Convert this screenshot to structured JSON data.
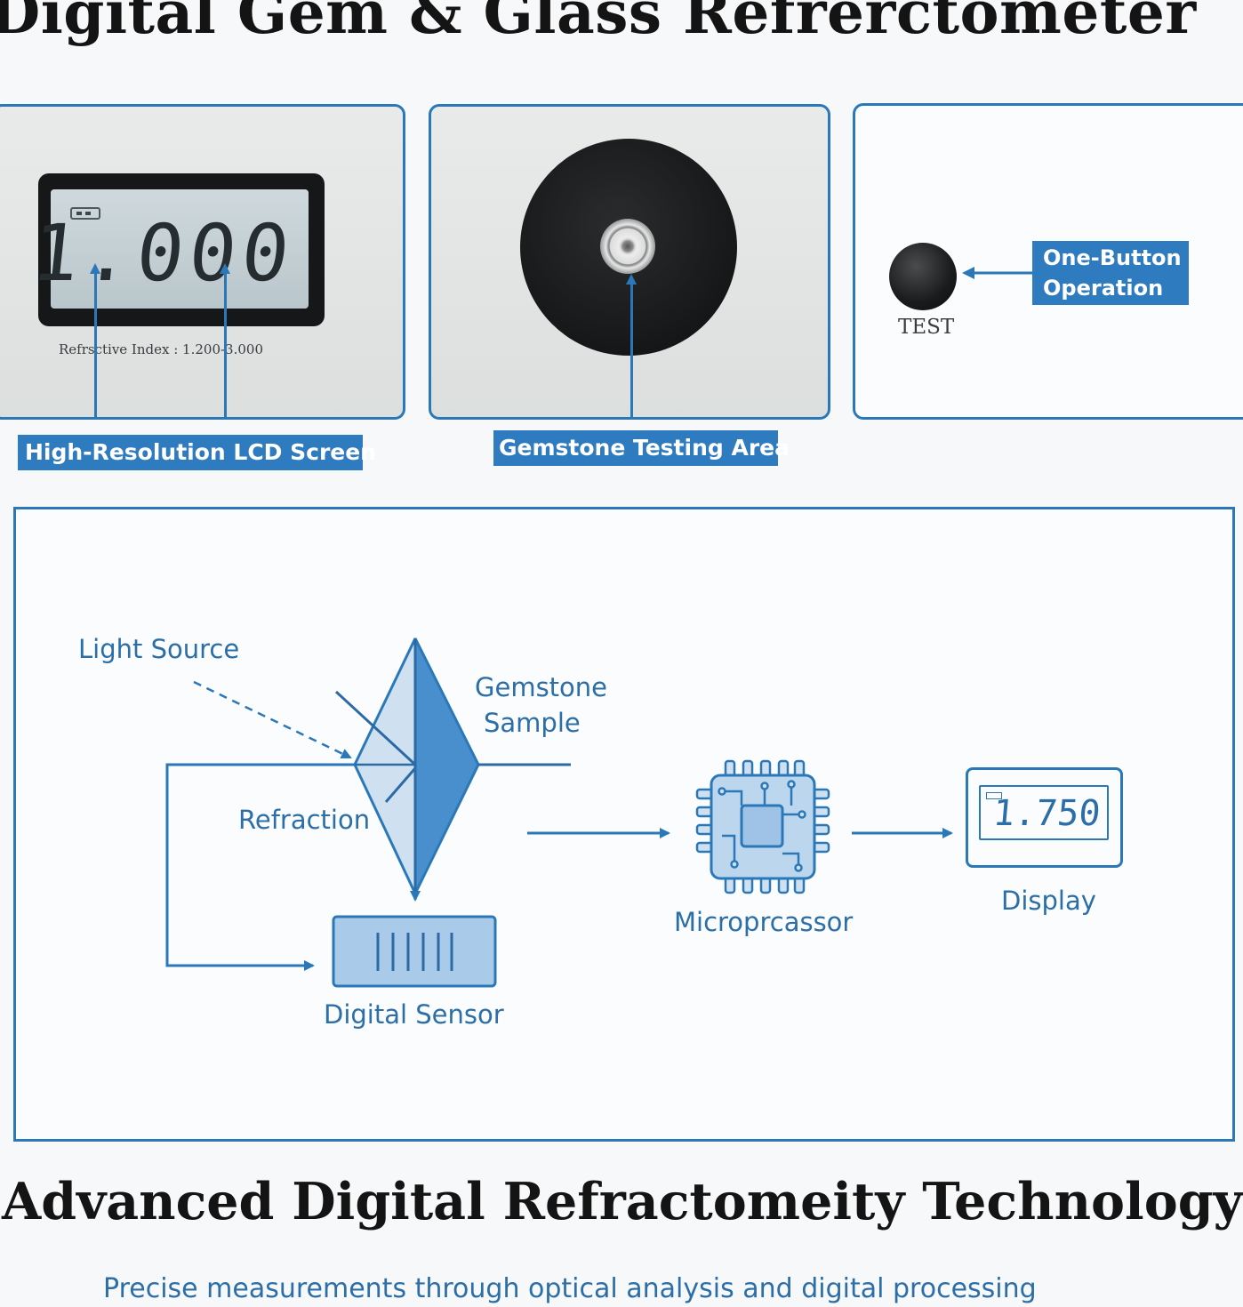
{
  "header": {
    "title": "Digital Gem & Glass Refrerctometer"
  },
  "panels": {
    "lcd": {
      "reading": "1.000",
      "range_text": "Refrsctive Index : 1.200-3.000",
      "tag": "High-Resolution LCD Screen"
    },
    "testing_area": {
      "tag": "Gemstone Testing Area"
    },
    "button": {
      "label": "TEST",
      "tag_line1": "One-Button",
      "tag_line2": "Operation"
    }
  },
  "diagram": {
    "light_source": "Light Source",
    "gemstone_line1": "Gemstone",
    "gemstone_line2": "Sample",
    "refraction": "Refraction",
    "digital_sensor": "Digital Sensor",
    "microprocessor": "Microprcassor",
    "display_label": "Display",
    "display_value": "1.750",
    "colors": {
      "accent": "#2b78b8",
      "prism_light": "#cfe1f1",
      "prism_dark": "#4a8fcd"
    }
  },
  "footer": {
    "heading": "Advanced Digital Refractomeity Technology",
    "caption": "Precise measurements through optical analysis and digital processing"
  }
}
